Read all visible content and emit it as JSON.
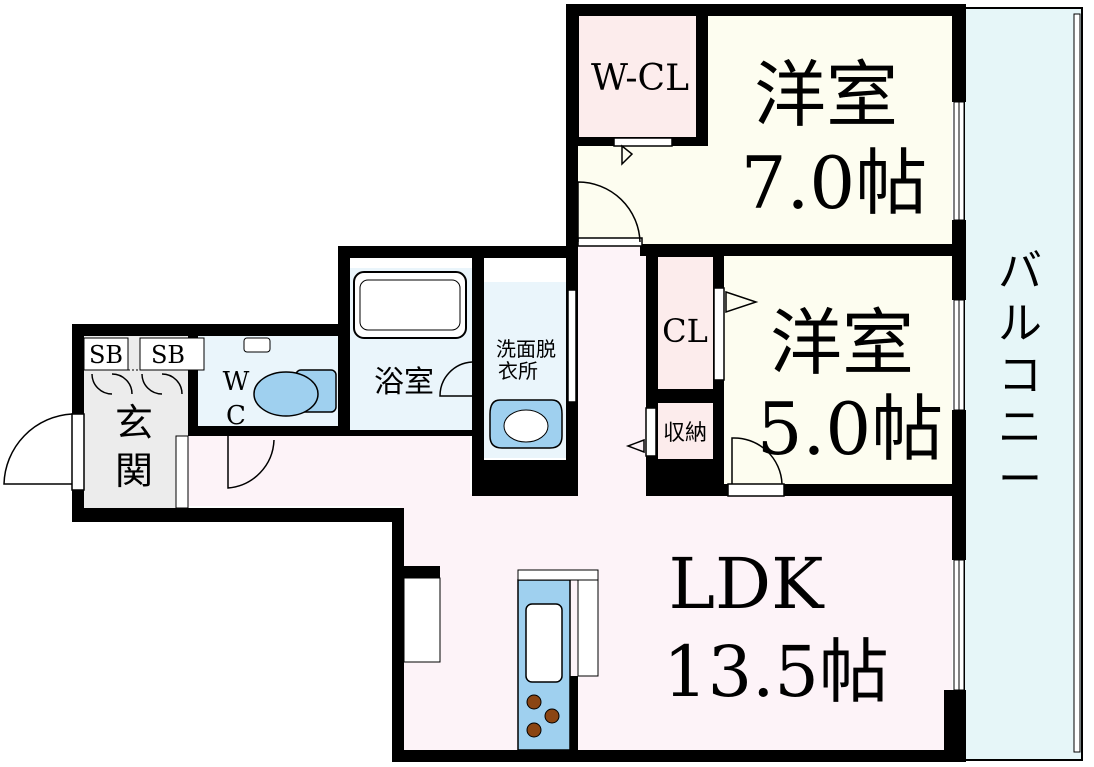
{
  "rooms": {
    "wcl": {
      "label": "W-CL"
    },
    "western_room_1": {
      "label": "洋室",
      "size": "7.0帖"
    },
    "cl": {
      "label": "CL"
    },
    "western_room_2": {
      "label": "洋室",
      "size": "5.0帖"
    },
    "storage": {
      "label": "収納"
    },
    "balcony": {
      "chars": [
        "バ",
        "ル",
        "コ",
        "ニ",
        "ー"
      ]
    },
    "bath": {
      "label": "浴室"
    },
    "washroom": {
      "line1": "洗面脱",
      "line2": "衣所"
    },
    "wc": {
      "line1": "W",
      "line2": "C"
    },
    "shoe_box_1": {
      "label": "SB"
    },
    "shoe_box_2": {
      "label": "SB"
    },
    "entrance": {
      "line1": "玄",
      "line2": "関"
    },
    "ldk": {
      "label": "LDK",
      "size": "13.5帖"
    }
  },
  "colors": {
    "wall": "#000000",
    "western_room": "#fdfdf0",
    "closet": "#fcecec",
    "balcony": "#e6f6f8",
    "water_area": "#eaf5fb",
    "fixture_blue": "#9fd0ef",
    "ldk": "#fdf3f8",
    "entrance": "#ececec",
    "burner": "#8b4513"
  }
}
